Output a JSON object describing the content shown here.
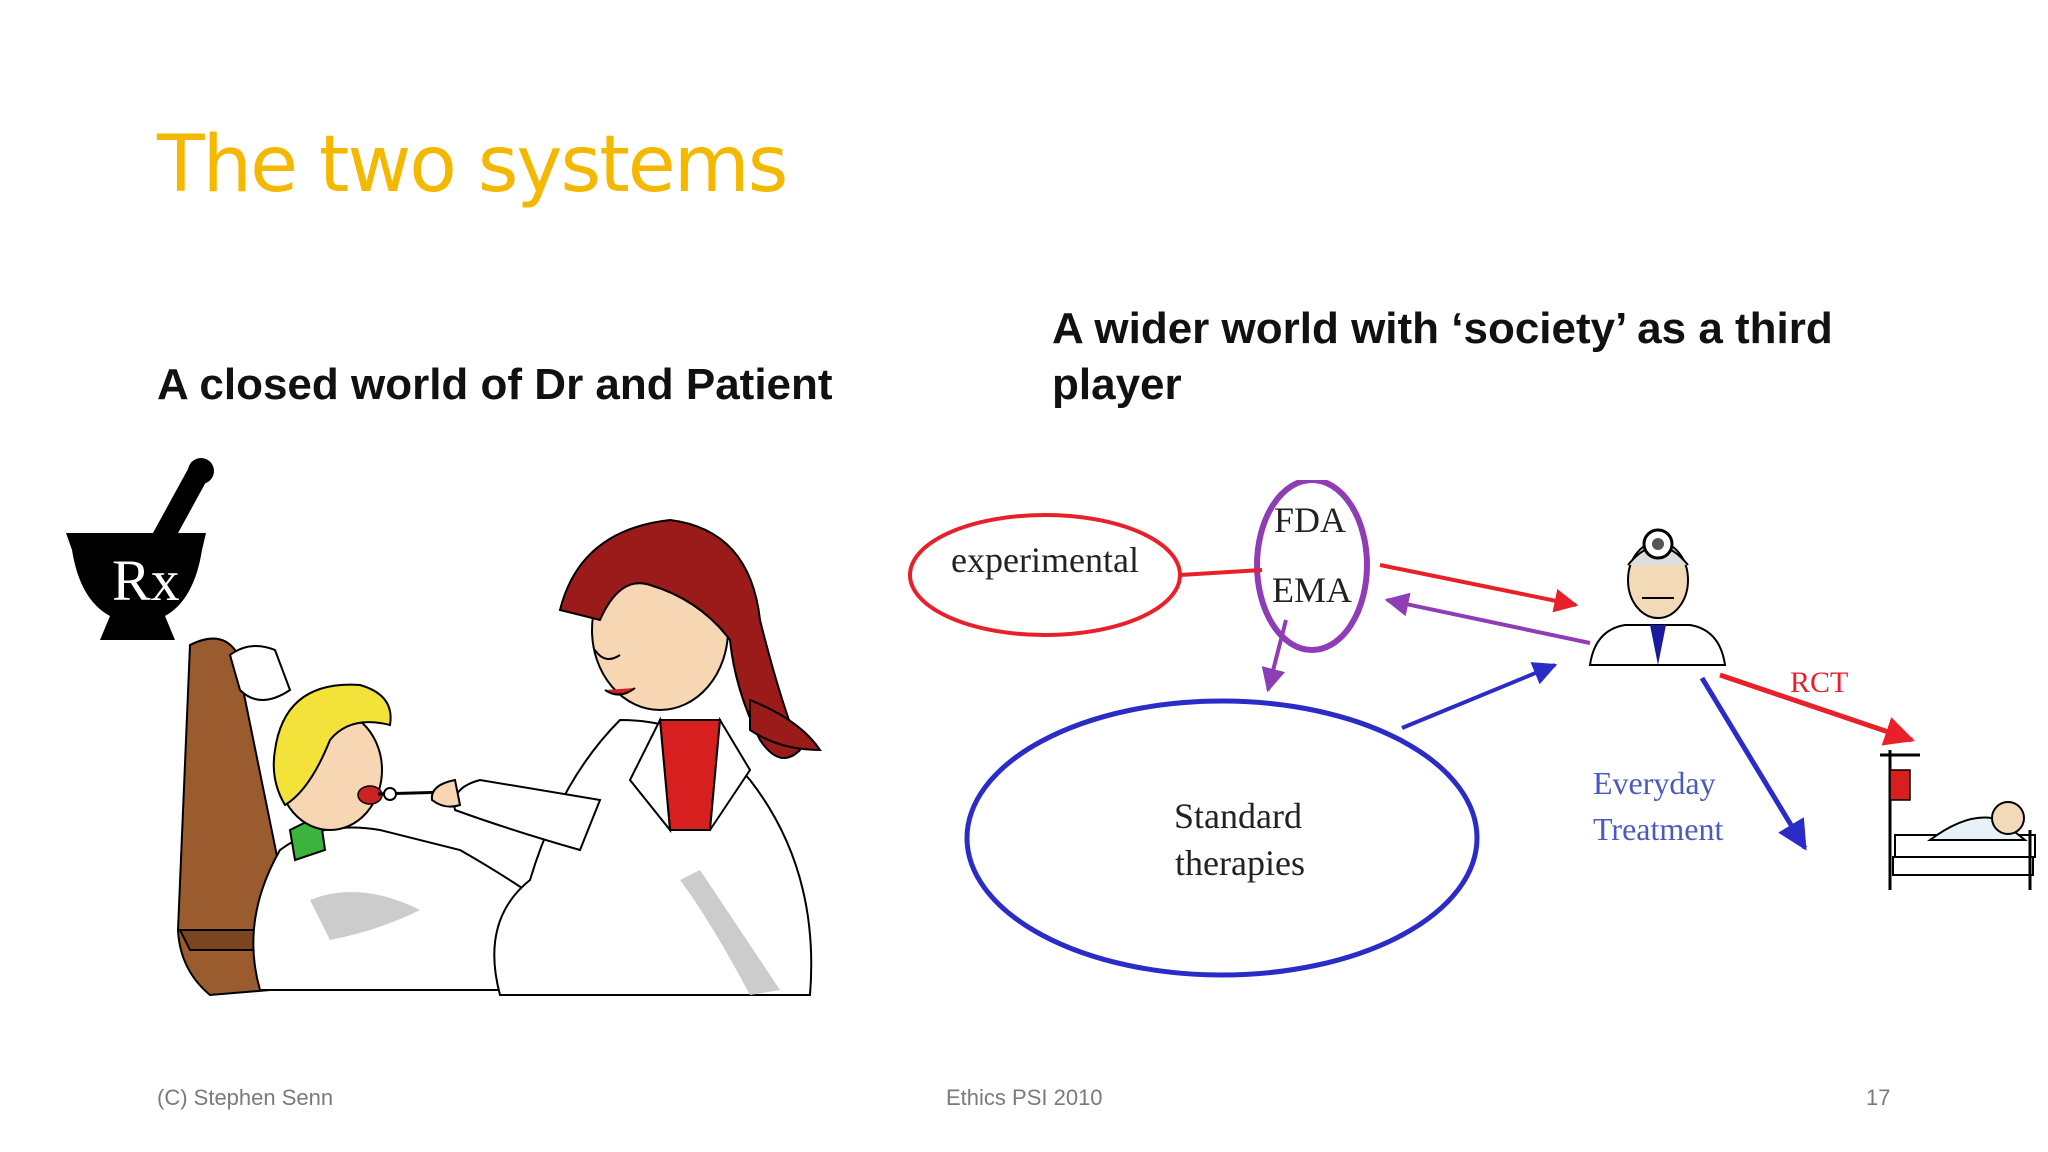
{
  "slide": {
    "title": "The two systems",
    "left_heading": "A closed world of Dr and Patient",
    "right_heading": "A wider world with ‘society’ as a third player"
  },
  "diagram": {
    "experimental": "experimental",
    "fda": "FDA",
    "ema": "EMA",
    "standard_line1": "Standard",
    "standard_line2": "therapies",
    "rct": "RCT",
    "everyday_line1": "Everyday",
    "everyday_line2": "Treatment",
    "rx": "Rx"
  },
  "colors": {
    "title": "#F5B800",
    "red_arrow": "#E8202A",
    "purple_arrow": "#8E3DB5",
    "blue_arrow": "#2B2BC8"
  },
  "footer": {
    "left": "(C) Stephen Senn",
    "center": "Ethics PSI 2010",
    "right": "17"
  }
}
